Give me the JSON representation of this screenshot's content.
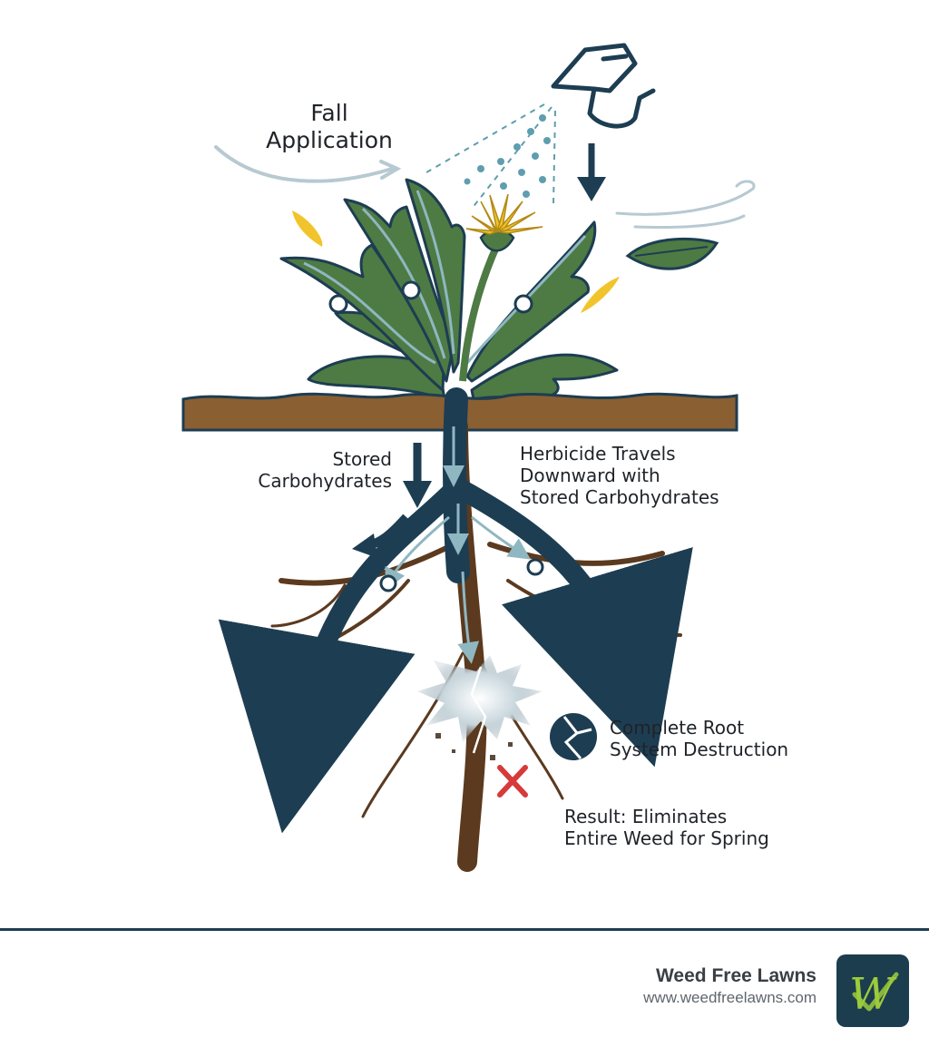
{
  "labels": {
    "fall_line1": "Fall",
    "fall_line2": "Application",
    "stored_line1": "Stored",
    "stored_line2": "Carbohydrates",
    "travels_line1": "Herbicide Travels",
    "travels_line2": "Downward with",
    "travels_line3": "Stored Carbohydrates",
    "destroy_line1": "Complete Root",
    "destroy_line2": "System Destruction",
    "result_line1": "Result: Eliminates",
    "result_line2": "Entire Weed for Spring"
  },
  "footer": {
    "brand_name": "Weed Free Lawns",
    "brand_url": "www.weedfreelawns.com",
    "logo_letter": "W"
  },
  "colors": {
    "navy": "#1d3d52",
    "leaf_green": "#4e7a44",
    "soil_brown": "#8a5f32",
    "root_brown": "#5b3a1f",
    "flower_yellow": "#f2c42b",
    "accent_red": "#d63a3a",
    "logo_check_green": "#9ccb3b"
  },
  "icons": [
    "spray-bottle-icon",
    "dandelion-flower-icon",
    "wind-icon",
    "falling-leaf-icon",
    "down-arrow-icon",
    "cracked-circle-icon",
    "red-x-icon",
    "logo-check-icon"
  ]
}
